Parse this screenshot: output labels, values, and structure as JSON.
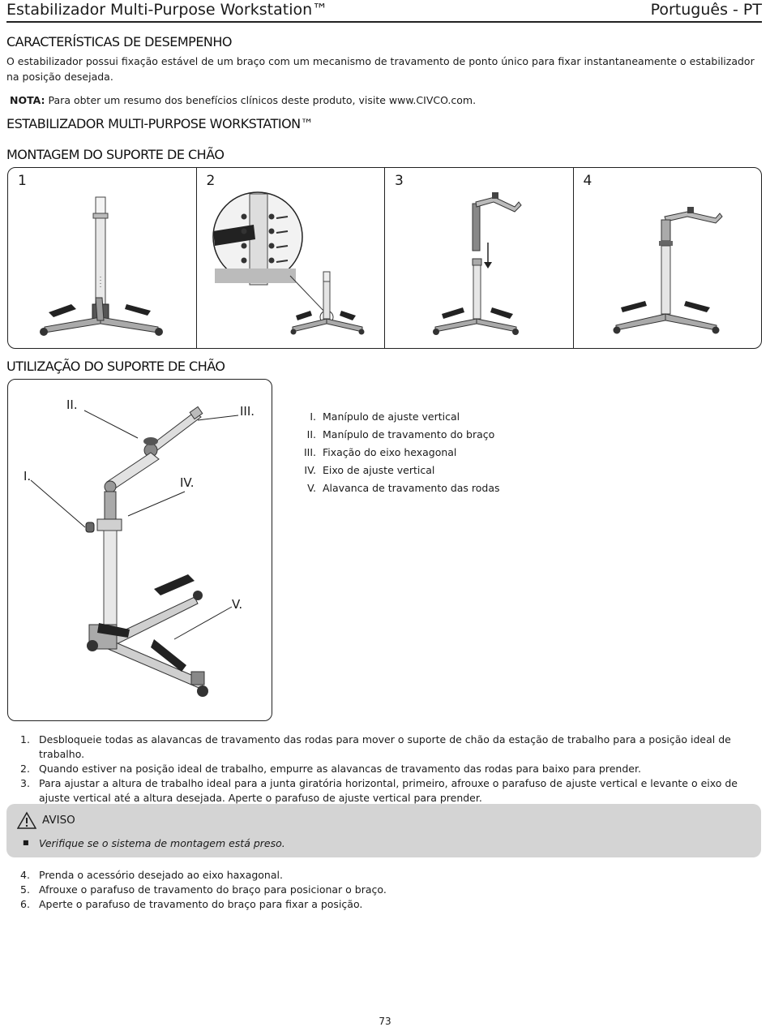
{
  "header": {
    "title": "Estabilizador Multi-Purpose Workstation™",
    "language": "Português - PT"
  },
  "performance": {
    "heading": "CARACTERÍSTICAS DE DESEMPENHO",
    "text": "O estabilizador possui fixação estável de um braço com um mecanismo de travamento de ponto único para fixar instantaneamente o estabilizador na posição desejada.",
    "note_label": "NOTA:",
    "note_text": "Para obter um resumo dos benefícios clínicos deste produto, visite www.CIVCO.com."
  },
  "stabilizer_heading": "ESTABILIZADOR MULTI-PURPOSE WORKSTATION™",
  "assembly": {
    "heading": "MONTAGEM DO SUPORTE DE CHÃO",
    "panels": [
      "1",
      "2",
      "3",
      "4"
    ]
  },
  "usage": {
    "heading": "UTILIZAÇÃO DO SUPORTE DE CHÃO",
    "callouts": [
      "I.",
      "II.",
      "III.",
      "IV.",
      "V."
    ],
    "legend": [
      {
        "num": "I.",
        "label": "Manípulo de ajuste vertical"
      },
      {
        "num": "II.",
        "label": "Manípulo de travamento do braço"
      },
      {
        "num": "III.",
        "label": "Fixação do eixo hexagonal"
      },
      {
        "num": "IV.",
        "label": "Eixo de ajuste vertical"
      },
      {
        "num": "V.",
        "label": "Alavanca de travamento das rodas"
      }
    ]
  },
  "steps_a": [
    {
      "num": "1.",
      "text": "Desbloqueie todas as alavancas de travamento das rodas para mover o suporte de chão da estação de trabalho para a posição ideal de trabalho."
    },
    {
      "num": "2.",
      "text": "Quando estiver na posição ideal de trabalho, empurre as alavancas de travamento das rodas para baixo para prender."
    },
    {
      "num": "3.",
      "text": "Para ajustar a altura de trabalho ideal para a junta giratória horizontal, primeiro, afrouxe o parafuso de ajuste vertical e levante o eixo de ajuste vertical até a altura desejada. Aperte o parafuso de ajuste vertical para prender."
    }
  ],
  "warning": {
    "title": "AVISO",
    "bullet": "■",
    "text": "Verifique se o sistema de montagem está preso."
  },
  "steps_b": [
    {
      "num": "4.",
      "text": "Prenda o acessório desejado ao eixo haxagonal."
    },
    {
      "num": "5.",
      "text": "Afrouxe o parafuso de travamento do braço para posicionar o braço."
    },
    {
      "num": "6.",
      "text": "Aperte o parafuso de travamento do braço para fixar a posição."
    }
  ],
  "page_number": "73"
}
